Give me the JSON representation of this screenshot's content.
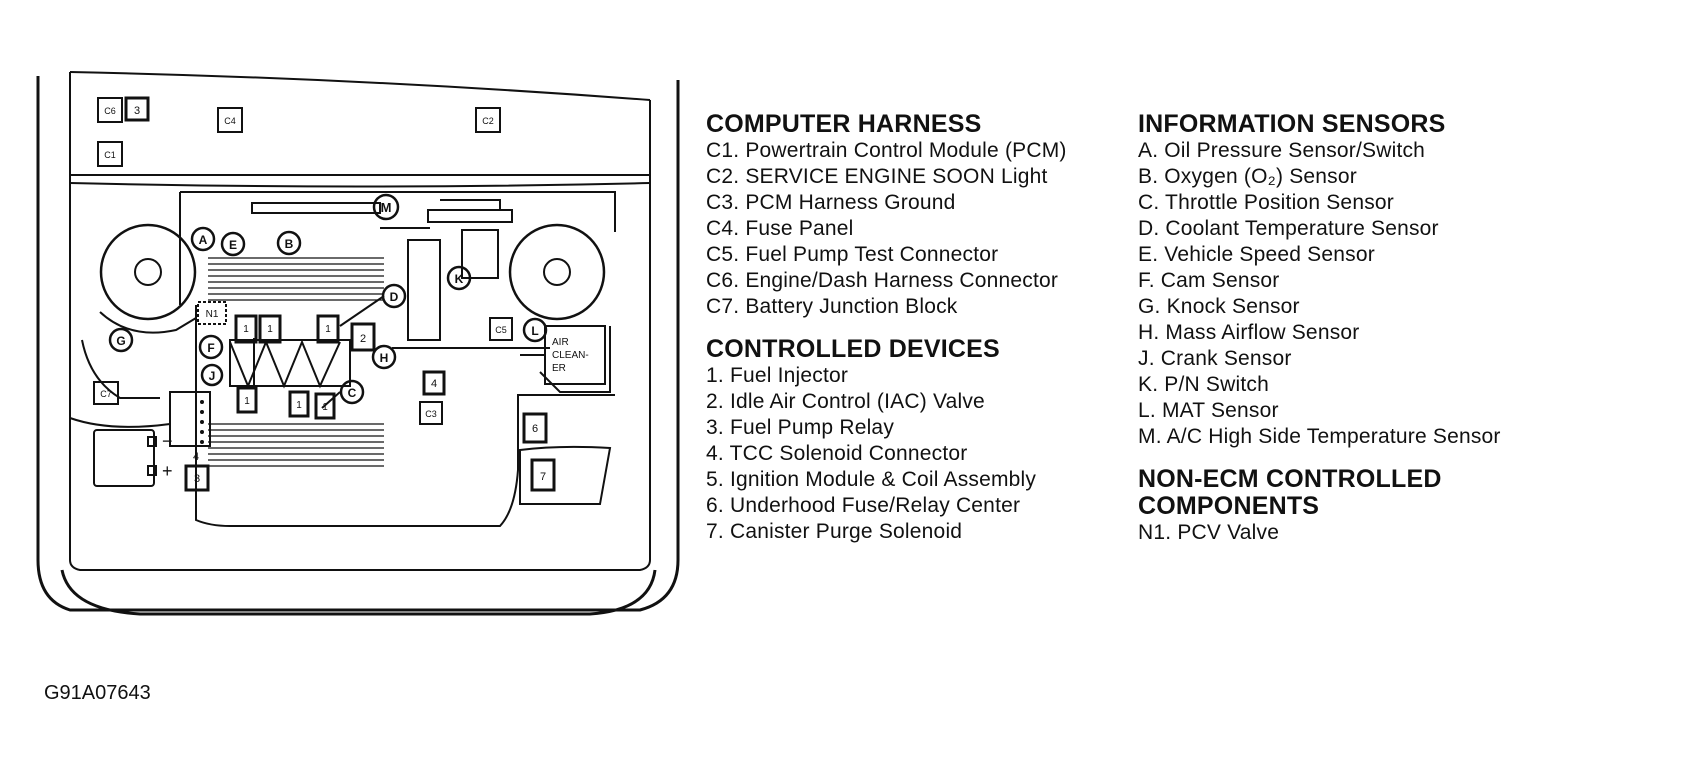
{
  "figure_id": "G91A07643",
  "legend": {
    "computer_harness": {
      "title": "COMPUTER HARNESS",
      "items": [
        "C1. Powertrain Control Module (PCM)",
        "C2. SERVICE ENGINE SOON Light",
        "C3. PCM Harness Ground",
        "C4. Fuse Panel",
        "C5. Fuel Pump Test Connector",
        "C6. Engine/Dash Harness Connector",
        "C7. Battery Junction Block"
      ]
    },
    "controlled_devices": {
      "title": "CONTROLLED DEVICES",
      "items": [
        "1. Fuel Injector",
        "2. Idle Air Control (IAC) Valve",
        "3. Fuel Pump Relay",
        "4. TCC Solenoid Connector",
        "5. Ignition Module & Coil Assembly",
        "6. Underhood Fuse/Relay Center",
        "7. Canister Purge Solenoid"
      ]
    },
    "information_sensors": {
      "title": "INFORMATION SENSORS",
      "items": [
        "A. Oil Pressure Sensor/Switch",
        "B. Oxygen (O₂) Sensor",
        "C. Throttle Position Sensor",
        "D. Coolant Temperature Sensor",
        "E. Vehicle Speed Sensor",
        "F. Cam Sensor",
        "G. Knock Sensor",
        "H. Mass Airflow Sensor",
        "J. Crank Sensor",
        "K. P/N Switch",
        "L. MAT Sensor",
        "M. A/C High Side Temperature Sensor"
      ]
    },
    "non_ecm": {
      "title_line1": "NON-ECM CONTROLLED",
      "title_line2": "COMPONENTS",
      "items": [
        "N1. PCV Valve"
      ]
    }
  },
  "diagram_labels": {
    "C1": "C1",
    "C2": "C2",
    "C3": "C3",
    "C4": "C4",
    "C5": "C5",
    "C6": "C6",
    "C7": "C7",
    "A": "A",
    "B": "B",
    "C": "C",
    "D": "D",
    "E": "E",
    "F": "F",
    "G": "G",
    "H": "H",
    "J": "J",
    "K": "K",
    "L": "L",
    "M": "M",
    "N1": "N1",
    "n1": "1",
    "n2": "2",
    "n3": "3",
    "n4": "4",
    "n5": "5",
    "n6": "6",
    "n7": "7",
    "air1": "AIR",
    "air2": "CLEAN-",
    "air3": "ER",
    "plus": "+",
    "minus": "−"
  }
}
